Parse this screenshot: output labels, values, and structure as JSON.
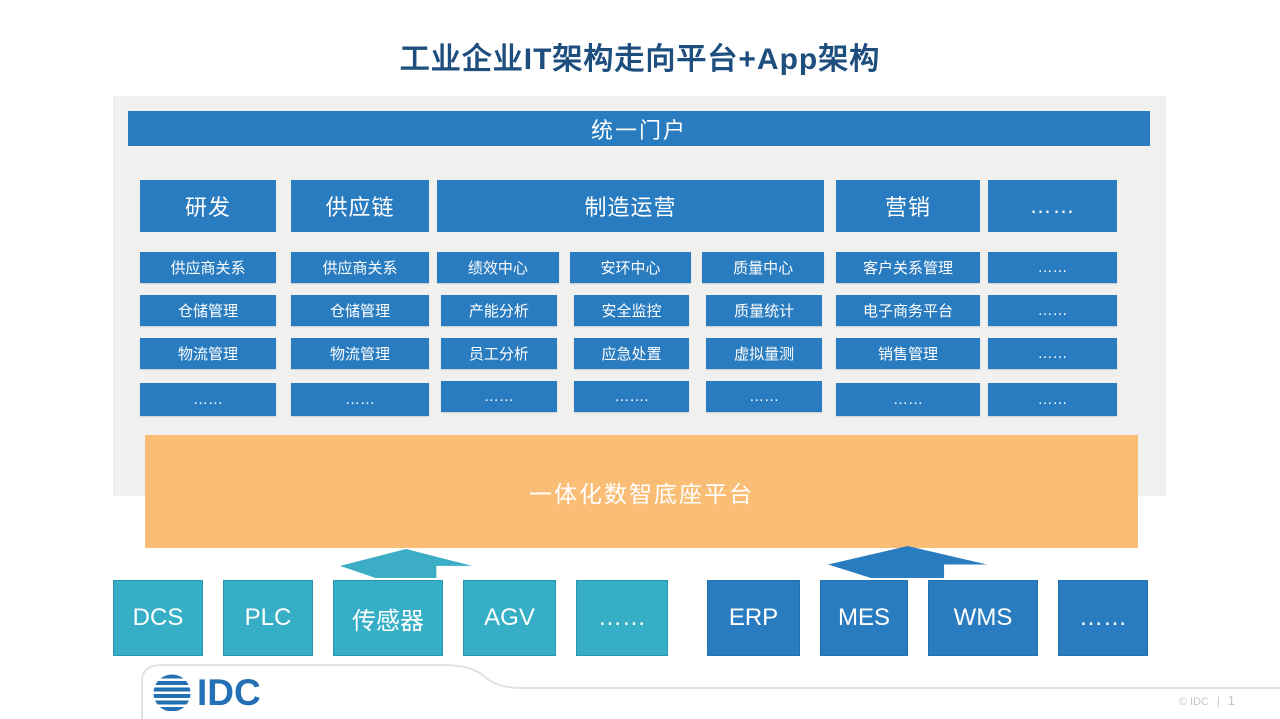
{
  "title": "工业企业IT架构走向平台+App架构",
  "portal": {
    "label": "统一门户"
  },
  "columns": [
    {
      "header": "研发",
      "items": [
        "供应商关系",
        "仓储管理",
        "物流管理",
        "……"
      ]
    },
    {
      "header": "供应链",
      "items": [
        "供应商关系",
        "仓储管理",
        "物流管理",
        "……"
      ]
    },
    {
      "header": "制造运营",
      "subcolumns": [
        [
          "绩效中心",
          "产能分析",
          "员工分析",
          "……"
        ],
        [
          "安环中心",
          "安全监控",
          "应急处置",
          "……."
        ],
        [
          "质量中心",
          "质量统计",
          "虚拟量测",
          "……"
        ]
      ]
    },
    {
      "header": "营销",
      "items": [
        "客户关系管理",
        "电子商务平台",
        "销售管理",
        "……"
      ]
    },
    {
      "header": "……",
      "items": [
        "……",
        "……",
        "……",
        "……"
      ]
    }
  ],
  "platform": {
    "label": "一体化数智底座平台"
  },
  "bottom": {
    "ot_systems": [
      "DCS",
      "PLC",
      "传感器",
      "AGV",
      "……"
    ],
    "it_systems": [
      "ERP",
      "MES",
      "WMS",
      "……"
    ]
  },
  "footer": {
    "logo_text": "IDC",
    "copyright": "© IDC",
    "divider": "|",
    "page_number": "1"
  },
  "colors": {
    "blue": "#2A7CC0",
    "teal": "#35AEC6",
    "orange": "#F9BD76",
    "title_navy": "#1D4E7E",
    "panel_gray": "#F0F0EF"
  }
}
